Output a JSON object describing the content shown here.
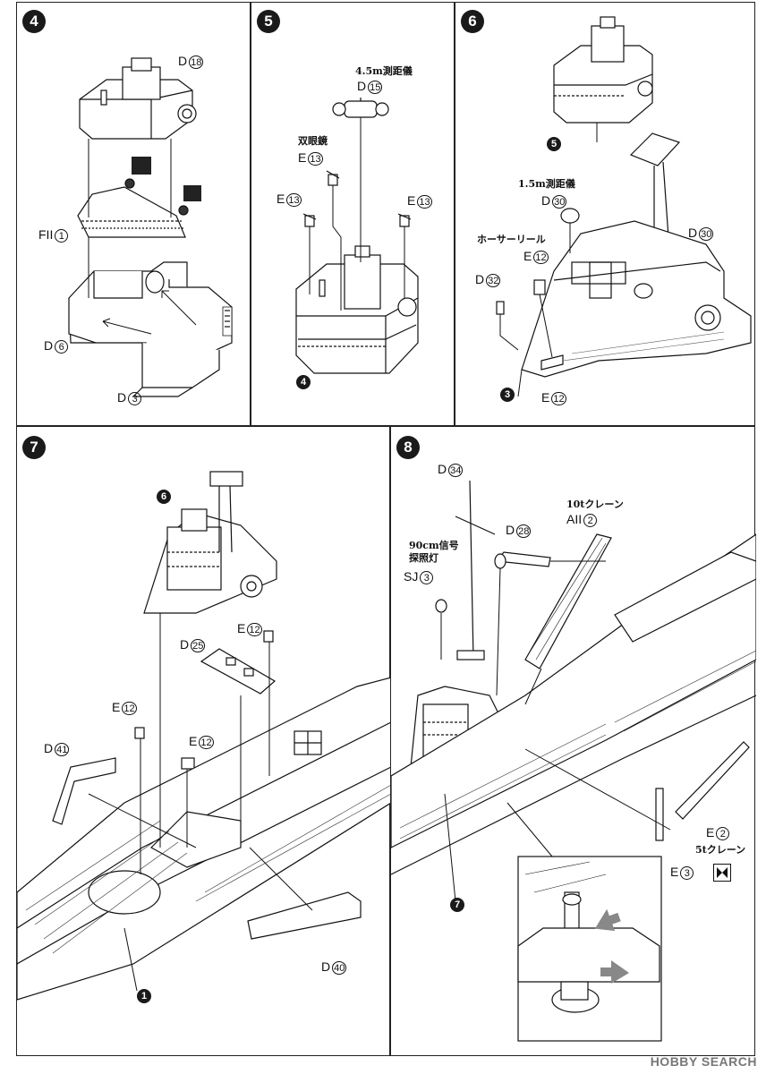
{
  "steps": {
    "s4": {
      "num": "4",
      "labels": {
        "d18": "D",
        "d18n": "18",
        "f1": "FII",
        "f1n": "1",
        "d6": "D",
        "d6n": "6",
        "d3": "D",
        "d3n": "3"
      }
    },
    "s5": {
      "num": "5",
      "jp_rangefinder": "4.5m測距儀",
      "jp_binocular": "双眼鏡",
      "labels": {
        "d15": "D",
        "d15n": "15",
        "e13a": "E",
        "e13an": "13",
        "e13b": "E",
        "e13bn": "13",
        "e13c": "E",
        "e13cn": "13"
      },
      "ref": "4"
    },
    "s6": {
      "num": "6",
      "jp_rangefinder": "1.5m測距儀",
      "jp_reel": "ホーサーリール",
      "labels": {
        "d30a": "D",
        "d30an": "30",
        "d30b": "D",
        "d30bn": "30",
        "e12a": "E",
        "e12an": "12",
        "d32": "D",
        "d32n": "32",
        "e12b": "E",
        "e12bn": "12"
      },
      "refs": [
        "5",
        "3"
      ]
    },
    "s7": {
      "num": "7",
      "labels": {
        "e12a": "E",
        "e12an": "12",
        "d25": "D",
        "d25n": "25",
        "e12b": "E",
        "e12bn": "12",
        "e12c": "E",
        "e12cn": "12",
        "d41": "D",
        "d41n": "41",
        "d40": "D",
        "d40n": "40"
      },
      "refs": [
        "6",
        "1"
      ]
    },
    "s8": {
      "num": "8",
      "jp_crane10": "10tクレーン",
      "jp_signal1": "90cm信号",
      "jp_signal2": "探照灯",
      "jp_crane5": "5tクレーン",
      "labels": {
        "d34": "D",
        "d34n": "34",
        "a2": "AII",
        "a2n": "2",
        "d28": "D",
        "d28n": "28",
        "sj3": "SJ",
        "sj3n": "3",
        "e2": "E",
        "e2n": "2",
        "e3": "E",
        "e3n": "3"
      },
      "ref": "7"
    }
  },
  "watermark": "HOBBY SEARCH"
}
